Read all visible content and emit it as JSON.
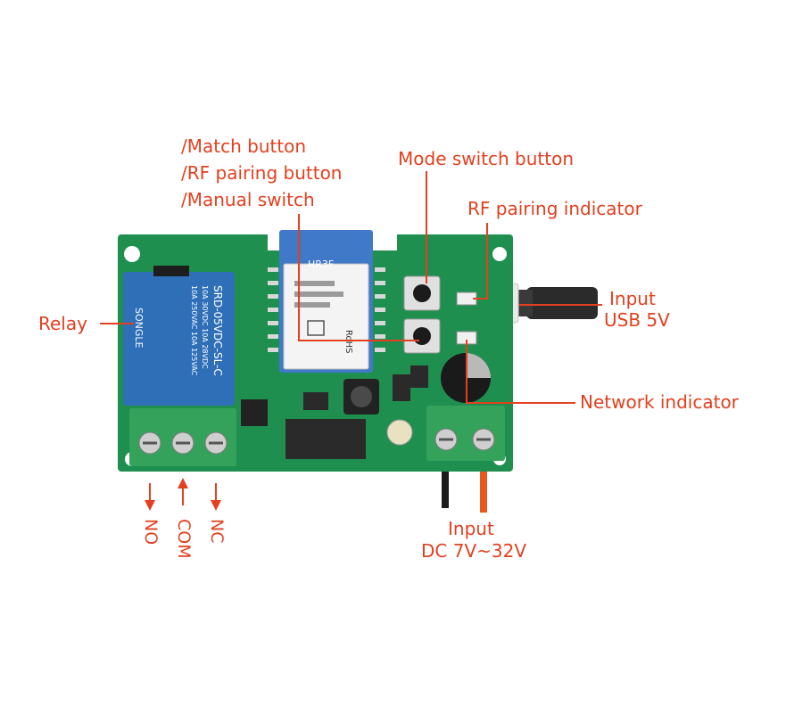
{
  "labels": {
    "match_button": "/Match button",
    "rf_pairing_button": "/RF pairing button",
    "manual_switch": "/Manual switch",
    "mode_switch_button": "Mode switch button",
    "rf_pairing_indicator": "RF pairing indicator",
    "input_usb_line1": "Input",
    "input_usb_line2": "USB 5V",
    "relay": "Relay",
    "network_indicator": "Network indicator",
    "terminal_no": "NO",
    "terminal_com": "COM",
    "terminal_nc": "NC",
    "input_dc_line1": "Input",
    "input_dc_line2": "DC 7V~32V"
  },
  "board_print": {
    "module": "HR3F",
    "relay_brand": "SONGLE",
    "relay_model": "SRD-05VDC-SL-C",
    "relay_rating_1": "10A 250VAC 10A 125VAC",
    "relay_rating_2": "10A 30VDC 10A 28VDC",
    "module_mark": "RoHS"
  },
  "colors": {
    "label_red": "#e2401f",
    "pcb_green": "#1f8f4f",
    "relay_blue": "#2f6fb8",
    "terminal_green": "#35a25c",
    "module_blue": "#3f79c8"
  }
}
